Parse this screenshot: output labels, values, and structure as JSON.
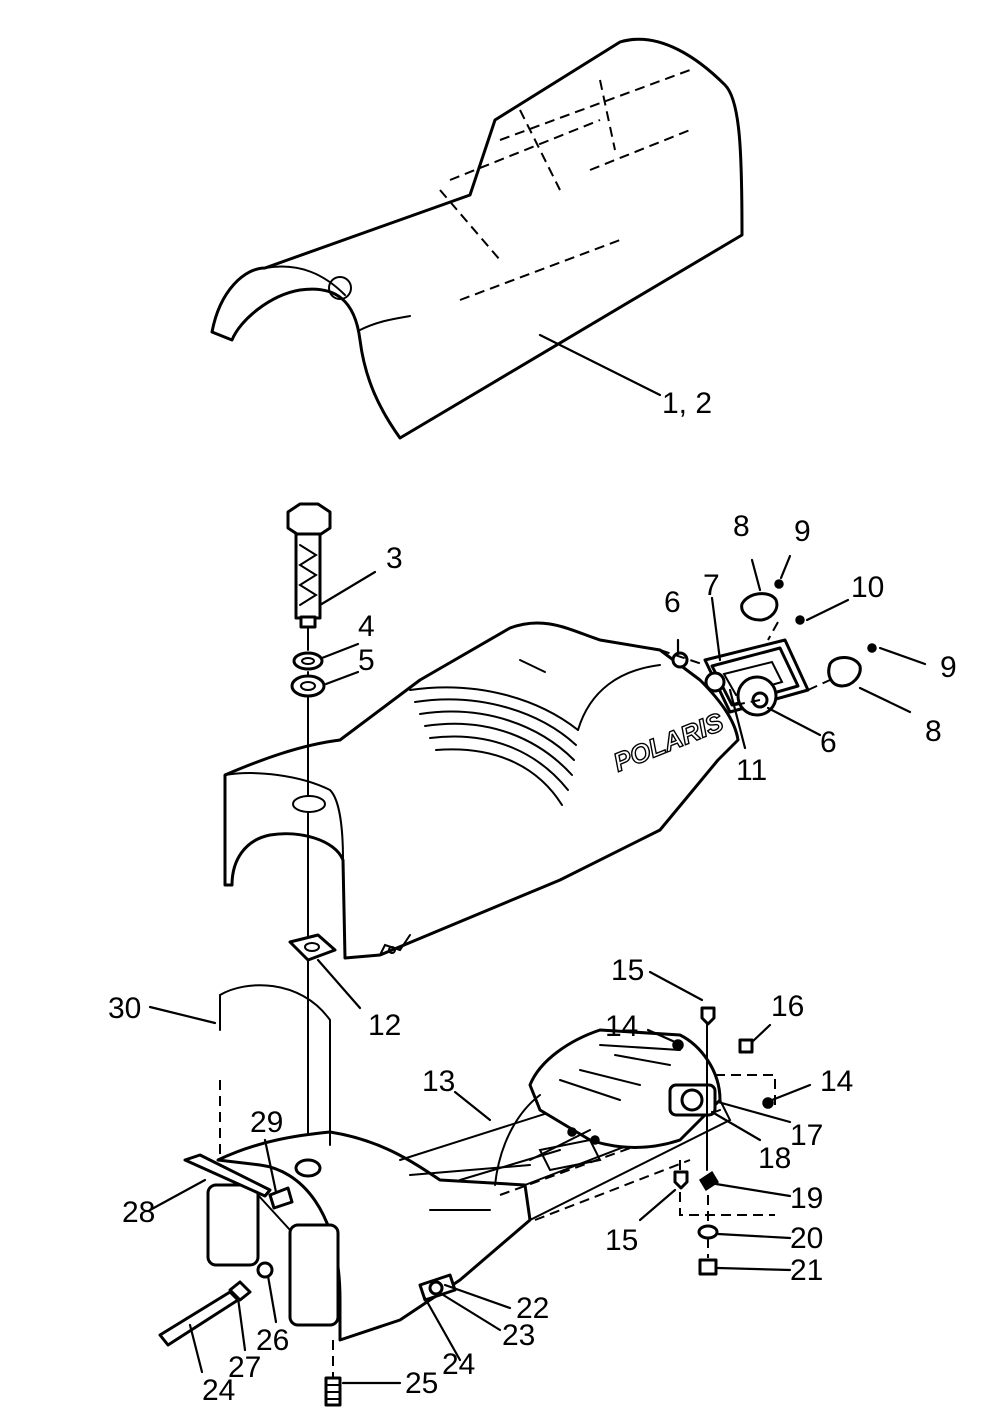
{
  "diagram": {
    "brand_text": "POLARIS",
    "callouts": [
      {
        "id": "c-1-2",
        "label": "1, 2"
      },
      {
        "id": "c-3",
        "label": "3"
      },
      {
        "id": "c-4",
        "label": "4"
      },
      {
        "id": "c-5",
        "label": "5"
      },
      {
        "id": "c-6a",
        "label": "6"
      },
      {
        "id": "c-6b",
        "label": "6"
      },
      {
        "id": "c-7",
        "label": "7"
      },
      {
        "id": "c-8a",
        "label": "8"
      },
      {
        "id": "c-8b",
        "label": "8"
      },
      {
        "id": "c-9a",
        "label": "9"
      },
      {
        "id": "c-9b",
        "label": "9"
      },
      {
        "id": "c-10",
        "label": "10"
      },
      {
        "id": "c-11",
        "label": "11"
      },
      {
        "id": "c-12",
        "label": "12"
      },
      {
        "id": "c-13",
        "label": "13"
      },
      {
        "id": "c-14a",
        "label": "14"
      },
      {
        "id": "c-14b",
        "label": "14"
      },
      {
        "id": "c-15a",
        "label": "15"
      },
      {
        "id": "c-15b",
        "label": "15"
      },
      {
        "id": "c-16",
        "label": "16"
      },
      {
        "id": "c-17",
        "label": "17"
      },
      {
        "id": "c-18",
        "label": "18"
      },
      {
        "id": "c-19",
        "label": "19"
      },
      {
        "id": "c-20",
        "label": "20"
      },
      {
        "id": "c-21",
        "label": "21"
      },
      {
        "id": "c-22",
        "label": "22"
      },
      {
        "id": "c-23",
        "label": "23"
      },
      {
        "id": "c-24a",
        "label": "24"
      },
      {
        "id": "c-24b",
        "label": "24"
      },
      {
        "id": "c-25",
        "label": "25"
      },
      {
        "id": "c-26",
        "label": "26"
      },
      {
        "id": "c-27",
        "label": "27"
      },
      {
        "id": "c-28",
        "label": "28"
      },
      {
        "id": "c-29",
        "label": "29"
      },
      {
        "id": "c-30",
        "label": "30"
      }
    ]
  }
}
